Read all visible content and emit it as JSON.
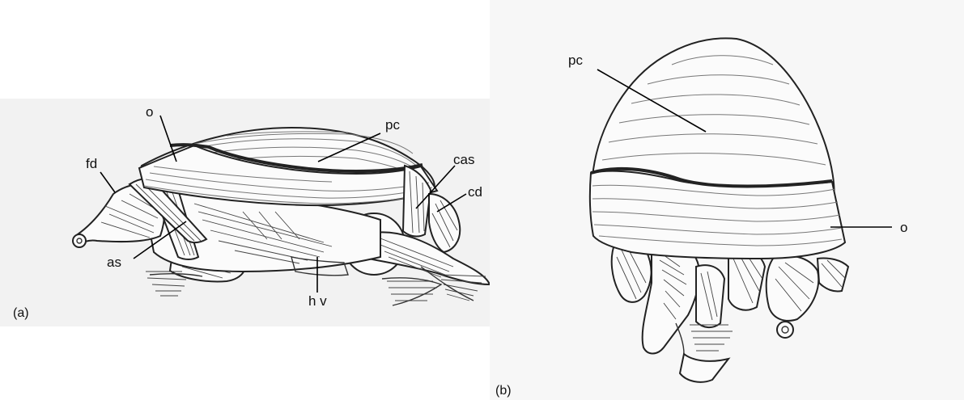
{
  "figure": {
    "panel_a": {
      "tag": "(a)",
      "labels": {
        "o": "o",
        "pc": "pc",
        "fd": "fd",
        "cas": "cas",
        "cd": "cd",
        "as": "as",
        "hv": "h v"
      }
    },
    "panel_b": {
      "tag": "(b)",
      "labels": {
        "pc": "pc",
        "o": "o"
      }
    }
  }
}
